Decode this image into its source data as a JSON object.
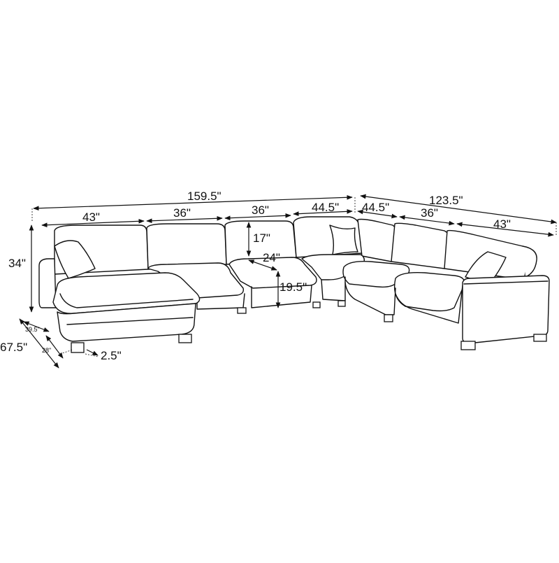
{
  "diagram": {
    "subject": "sectional sofa dimension drawing",
    "dimensions": {
      "overall_length": "159.5\"",
      "overall_return": "123.5\"",
      "left_chaise_seat": "43\"",
      "seat_2": "36\"",
      "seat_3": "36\"",
      "corner_left": "44.5\"",
      "corner_right": "44.5\"",
      "seat_right": "36\"",
      "right_end": "43\"",
      "back_height": "34\"",
      "backrest_height": "17\"",
      "seat_depth": "24\"",
      "seat_height": "19.5\"",
      "chaise_depth": "67.5\"",
      "chaise_depth_part": "39.5\"",
      "seat_depth_part": "28\"",
      "leg_height": "2.5\""
    }
  }
}
